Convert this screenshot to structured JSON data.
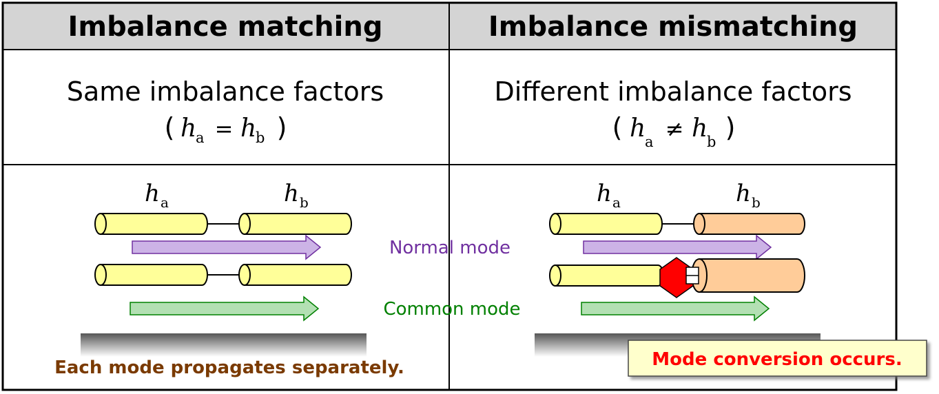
{
  "headers": {
    "left": "Imbalance matching",
    "right": "Imbalance mismatching"
  },
  "conditions": {
    "left": {
      "title": "Same imbalance factors",
      "lhs": "h",
      "lhs_sub": "a",
      "operator": "=",
      "rhs": "h",
      "rhs_sub": "b"
    },
    "right": {
      "title": "Different imbalance factors",
      "lhs": "h",
      "lhs_sub": "a",
      "operator": "≠",
      "rhs": "h",
      "rhs_sub": "b"
    }
  },
  "labels": {
    "h": "h",
    "sub_a": "a",
    "sub_b": "b",
    "open_paren": "(",
    "close_paren": ")"
  },
  "modes": {
    "normal": "Normal mode",
    "common": "Common mode"
  },
  "results": {
    "left": "Each mode propagates separately.",
    "right": "Mode conversion occurs."
  },
  "colors": {
    "header_bg": "#d4d4d4",
    "waveguide_a": "#ffff99",
    "waveguide_b_mismatch": "#ffcc99",
    "normal_arrow": "#ccb3e6",
    "normal_text": "#7030a0",
    "common_arrow": "#b3e0b3",
    "common_text": "#008000",
    "conversion_marker": "#ff0000",
    "left_result_text": "#7a3a00",
    "right_result_text": "#ff0000",
    "result_box_bg": "#ffffcc"
  }
}
